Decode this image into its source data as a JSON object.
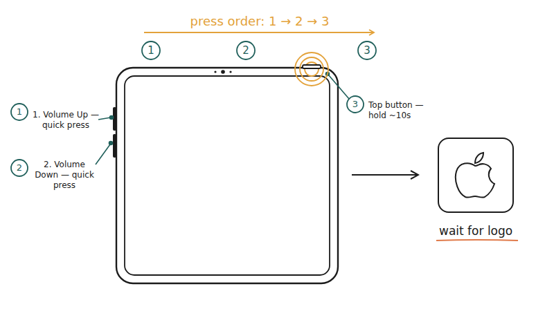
{
  "diagram": {
    "nodes": [
      {
        "text": [
          "wait for logo"
        ]
      }
    ],
    "labels": [
      "press order: 1 → 2 → 3",
      "1",
      "2",
      "3",
      "1",
      "1. Volume Up — quick press",
      "2",
      "2. Volume Down — quick press",
      "3",
      "Top button — hold ~10s"
    ]
  }
}
